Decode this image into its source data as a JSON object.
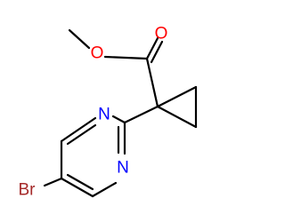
{
  "atom_labels": {
    "O1": "O",
    "O2": "O",
    "N1": "N",
    "N2": "N",
    "Br": "Br"
  },
  "colors": {
    "oxygen": "#ff0000",
    "nitrogen": "#0000ff",
    "bromine": "#a52a2a",
    "bond": "#000000",
    "background": "#ffffff"
  }
}
